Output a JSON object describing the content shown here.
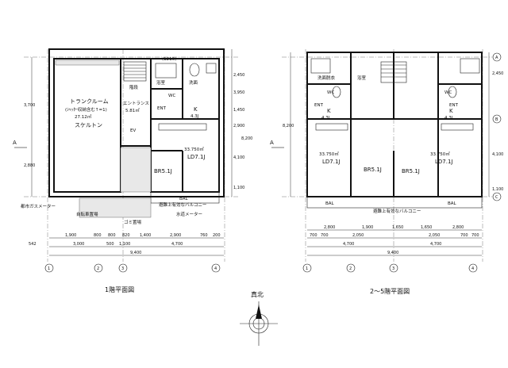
{
  "floor1": {
    "title": "1階平面図",
    "trunk_room": "トランクルーム",
    "trunk_note": "(ｼｬｯﾀｰ収納含む↑=1)",
    "trunk_area": "27.12㎡",
    "skeleton": "スケルトン",
    "wash": "洗面",
    "wc": "WC",
    "bath": "浴室",
    "unit_bath": "(1216)",
    "kitchen": "K",
    "kitchen_size": "4.3J",
    "unit_area": "33.750㎡",
    "ldk": "LD7.1J",
    "br": "BR5.1J",
    "ent": "ENT",
    "entrance": "エントランス",
    "entrance_area": "5.81㎡",
    "gas_meter": "都市ガスメーター",
    "bike": "自転車置場",
    "waste": "ゴミ置場",
    "stair": "階段",
    "ev": "EV",
    "balcony": "BAL",
    "water_meter": "水道メーター",
    "sprinkler_note": "避難上有効なバルコニー",
    "dims_top": [
      "1,900",
      "800",
      "800",
      "820",
      "1,400",
      "2,900",
      "760",
      "200"
    ],
    "dims_mid": [
      "542",
      "3,000",
      "500",
      "1,100",
      "4,700"
    ],
    "total": "9,400",
    "dims_right": [
      "2,450",
      "3,950",
      "1,450",
      "2,900",
      "4,100",
      "1,100"
    ],
    "total_right": "8,200",
    "dims_left": [
      "3,700",
      "2,880"
    ]
  },
  "floor2": {
    "title": "2～5階平面図",
    "wash": "洗面脱衣",
    "wc": "WC",
    "bath": "浴室",
    "kitchen": "K",
    "kitchen_size": "4.3J",
    "unit_area": "33.750㎡",
    "ldk": "LD7.1J",
    "br": "BR5.1J",
    "ent": "ENT",
    "balcony": "BAL",
    "sprinkler_note": "避難上有効なバルコニー",
    "dims_top": [
      "2,800",
      "1,900",
      "1,650",
      "1,650",
      "2,800"
    ],
    "dims_sub": [
      "700",
      "700",
      "2,050",
      "2,050",
      "700",
      "700"
    ],
    "dims_mid": [
      "4,700",
      "4,700"
    ],
    "total": "9,400",
    "dims_right": [
      "2,450",
      "4,100",
      "1,100"
    ],
    "total_right": "8,200"
  },
  "axes": {
    "x": [
      "1",
      "2",
      "3",
      "4"
    ],
    "y": [
      "A",
      "B",
      "C"
    ],
    "section": "A"
  },
  "north": "真北"
}
